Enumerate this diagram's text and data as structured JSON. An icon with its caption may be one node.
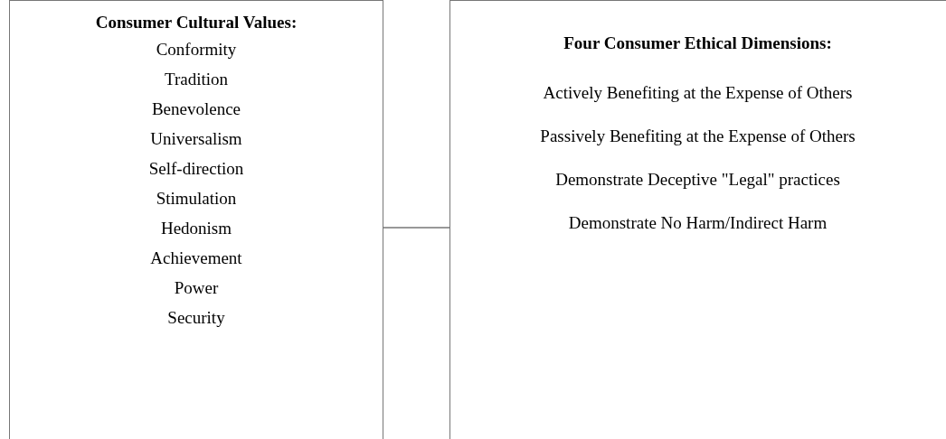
{
  "diagram": {
    "nodes": [
      {
        "text": [
          "Consumer Cultural Values:",
          "Conformity",
          "Tradition",
          "Benevolence",
          "Universalism",
          "Self-direction",
          "Stimulation",
          "Hedonism",
          "Achievement",
          "Power",
          "Security"
        ]
      },
      {
        "text": [
          "Four Consumer Ethical Dimensions:",
          "Actively Benefiting at the Expense of Others",
          "Passively Benefiting at the Expense of Others",
          "Demonstrate Deceptive \"Legal\" practices",
          "Demonstrate No Harm/Indirect Harm"
        ]
      }
    ],
    "edges": [
      {
        "from": 0,
        "to": 1,
        "arrow": "none"
      }
    ]
  }
}
